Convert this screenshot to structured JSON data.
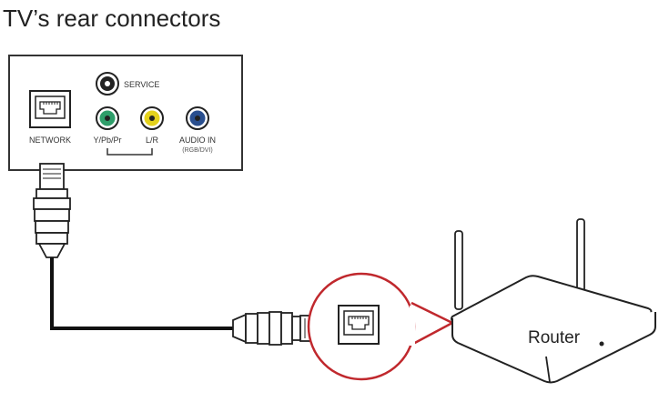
{
  "title": "TV’s rear connectors",
  "tv_panel": {
    "ports": {
      "network": "NETWORK",
      "service": "SERVICE",
      "component": "Y/Pb/Pr",
      "lr": "L/R",
      "audio_in": "AUDIO IN",
      "audio_in_sub": "(RGB/DVI)"
    }
  },
  "router": {
    "label": "Router"
  },
  "colors": {
    "zoom_circle": "#c0282d",
    "component_jack": "#2f9e6a",
    "lr_jack": "#e4d21c",
    "audio_jack": "#2a4f8f"
  }
}
